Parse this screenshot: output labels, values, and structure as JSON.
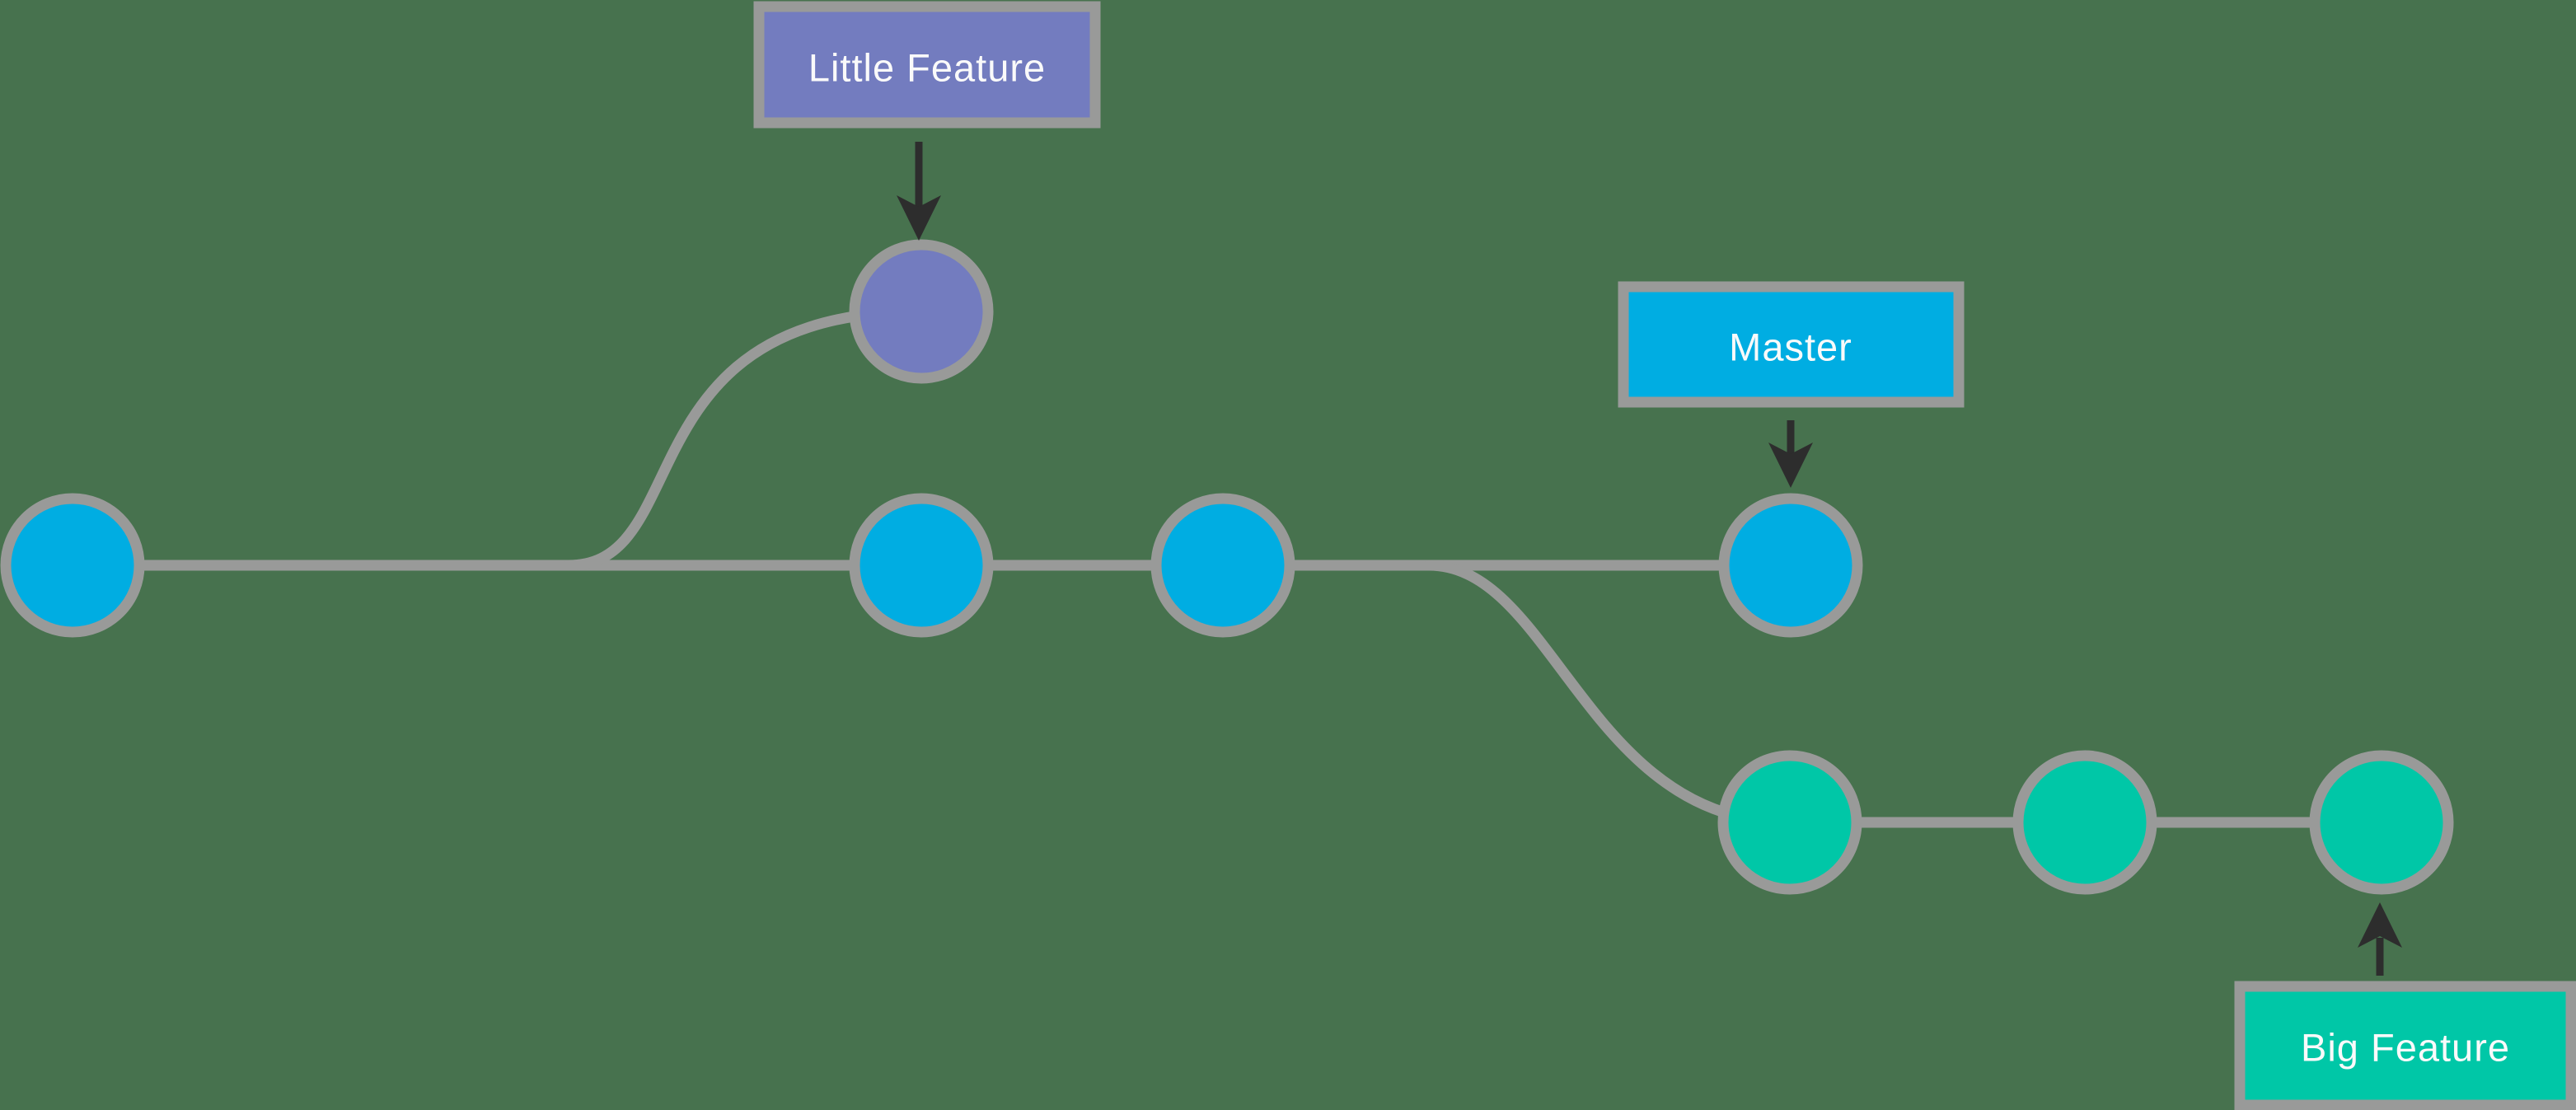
{
  "diagram": {
    "kind": "git-branch-diagram",
    "labels": {
      "little_feature": "Little Feature",
      "master": "Master",
      "big_feature": "Big Feature"
    },
    "colors": {
      "background": "#47724E",
      "connector": "#999A99",
      "master": "#00ADE2",
      "little_feature": "#737CBF",
      "big_feature": "#00C7A7",
      "arrow": "#2D2D2D",
      "label_text": "#FAFAFA"
    },
    "branches": [
      {
        "name": "Master",
        "commit_count": 4
      },
      {
        "name": "Little Feature",
        "commit_count": 1
      },
      {
        "name": "Big Feature",
        "commit_count": 3
      }
    ]
  }
}
